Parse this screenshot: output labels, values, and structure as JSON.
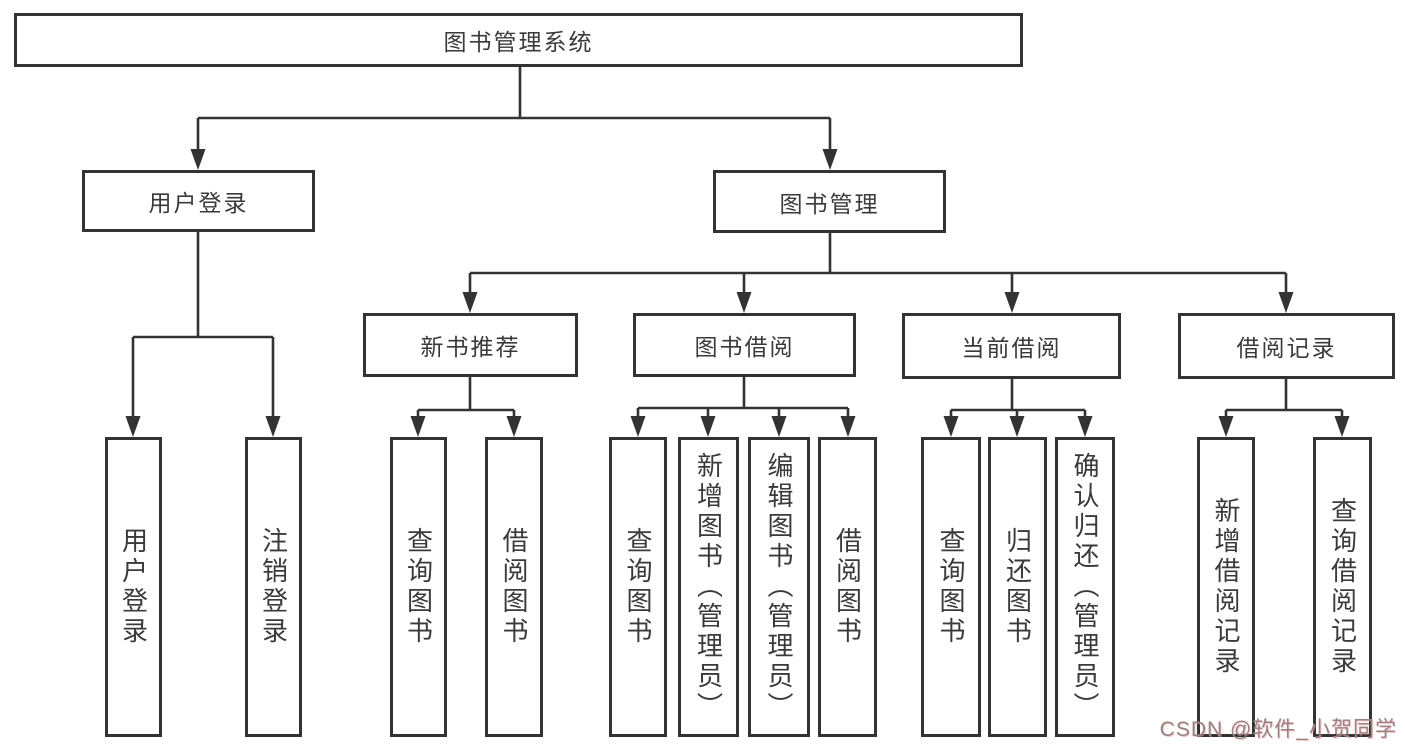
{
  "diagram": {
    "root": {
      "label": "图书管理系统"
    },
    "children": [
      {
        "label": "用户登录",
        "children": [
          {
            "label": "用户登录"
          },
          {
            "label": "注销登录"
          }
        ]
      },
      {
        "label": "图书管理",
        "children": [
          {
            "label": "新书推荐",
            "children": [
              {
                "label": "查询图书"
              },
              {
                "label": "借阅图书"
              }
            ]
          },
          {
            "label": "图书借阅",
            "children": [
              {
                "label": "查询图书"
              },
              {
                "label": "新增图书（管理员）"
              },
              {
                "label": "编辑图书（管理员）"
              },
              {
                "label": "借阅图书"
              }
            ]
          },
          {
            "label": "当前借阅",
            "children": [
              {
                "label": "查询图书"
              },
              {
                "label": "归还图书"
              },
              {
                "label": "确认归还（管理员）"
              }
            ]
          },
          {
            "label": "借阅记录",
            "children": [
              {
                "label": "新增借阅记录"
              },
              {
                "label": "查询借阅记录"
              }
            ]
          }
        ]
      }
    ]
  },
  "watermark": {
    "text": "CSDN @软件_小贺同学"
  },
  "colors": {
    "line": "#333333",
    "box_border": "#333333",
    "text": "#3a3a3a",
    "background": "#ffffff",
    "watermark": "#968484",
    "watermark_accent": "#f09696"
  }
}
